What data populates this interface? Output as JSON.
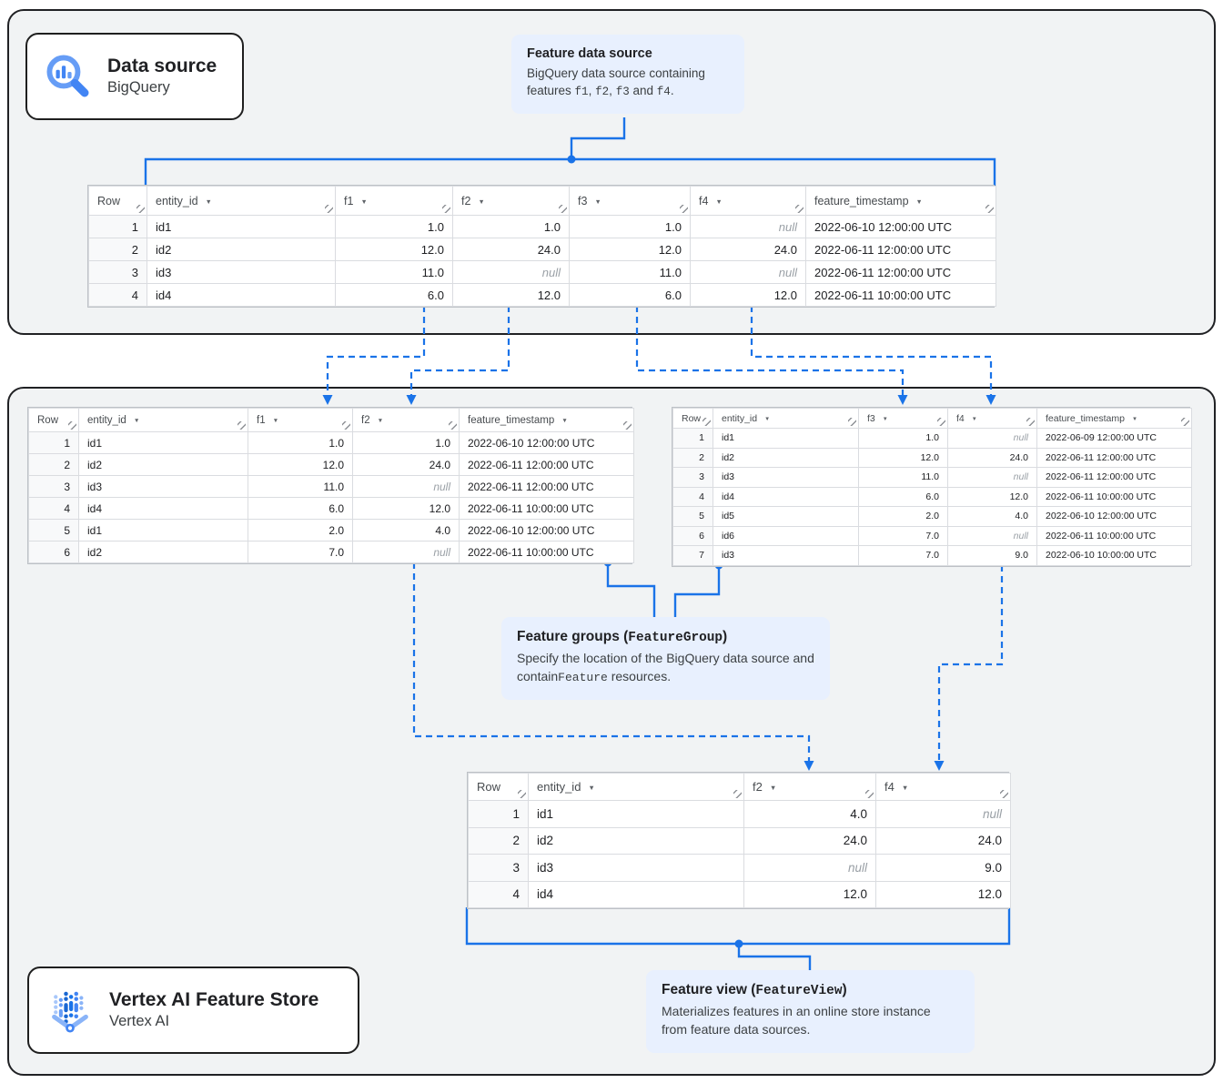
{
  "null_label": "null",
  "colors": {
    "accent_blue": "#1a73e8",
    "icon_blue": "#4285f4",
    "icon_blue_light": "#669df6",
    "callout_bg": "#e8f0fe",
    "panel_bg": "#f1f3f4",
    "panel_border": "#202124",
    "table_grid": "#dadce0",
    "null_gray": "#9aa0a6",
    "header_text": "#474b4f",
    "cell_text": "#202124"
  },
  "icons": {
    "data_source": "bigquery-magnifier-bar-chart-icon",
    "feature_store": "vertex-ai-dots-icon",
    "column_menu": "caret-down-icon",
    "column_resize": "resize-handle-icon"
  },
  "cards": {
    "data_source": {
      "title": "Data source",
      "subtitle": "BigQuery"
    },
    "feature_store": {
      "title": "Vertex AI Feature Store",
      "subtitle": "Vertex AI"
    }
  },
  "callouts": {
    "feature_data_source": {
      "title": [
        {
          "t": "Feature data source"
        }
      ],
      "body": [
        {
          "t": "BigQuery data source containing features "
        },
        {
          "t": "f1",
          "mono": true
        },
        {
          "t": ", "
        },
        {
          "t": "f2",
          "mono": true
        },
        {
          "t": ", "
        },
        {
          "t": "f3",
          "mono": true
        },
        {
          "t": " and "
        },
        {
          "t": "f4",
          "mono": true
        },
        {
          "t": "."
        }
      ]
    },
    "feature_groups": {
      "title": [
        {
          "t": "Feature groups ("
        },
        {
          "t": "FeatureGroup",
          "mono": true
        },
        {
          "t": ")"
        }
      ],
      "body": [
        {
          "t": "Specify the location of the BigQuery data source and contain"
        },
        {
          "t": "Feature",
          "mono": true
        },
        {
          "t": " resources."
        }
      ]
    },
    "feature_view": {
      "title": [
        {
          "t": "Feature view ("
        },
        {
          "t": "FeatureView",
          "mono": true
        },
        {
          "t": ")"
        }
      ],
      "body": [
        {
          "t": "Materializes features in an online store instance from feature data sources."
        }
      ]
    }
  },
  "tables": {
    "source": {
      "columns": [
        {
          "label": "Row",
          "caret": false,
          "align": "rownum"
        },
        {
          "label": "entity_id",
          "caret": true,
          "align": "left"
        },
        {
          "label": "f1",
          "caret": true,
          "align": "num"
        },
        {
          "label": "f2",
          "caret": true,
          "align": "num"
        },
        {
          "label": "f3",
          "caret": true,
          "align": "num"
        },
        {
          "label": "f4",
          "caret": true,
          "align": "num"
        },
        {
          "label": "feature_timestamp",
          "caret": true,
          "align": "left"
        }
      ],
      "rows": [
        [
          "1",
          "id1",
          "1.0",
          "1.0",
          "1.0",
          null,
          "2022-06-10 12:00:00 UTC"
        ],
        [
          "2",
          "id2",
          "12.0",
          "24.0",
          "12.0",
          "24.0",
          "2022-06-11 12:00:00 UTC"
        ],
        [
          "3",
          "id3",
          "11.0",
          null,
          "11.0",
          null,
          "2022-06-11 12:00:00 UTC"
        ],
        [
          "4",
          "id4",
          "6.0",
          "12.0",
          "6.0",
          "12.0",
          "2022-06-11 10:00:00 UTC"
        ]
      ]
    },
    "group_left": {
      "columns": [
        {
          "label": "Row",
          "caret": false,
          "align": "rownum"
        },
        {
          "label": "entity_id",
          "caret": true,
          "align": "left"
        },
        {
          "label": "f1",
          "caret": true,
          "align": "num"
        },
        {
          "label": "f2",
          "caret": true,
          "align": "num"
        },
        {
          "label": "feature_timestamp",
          "caret": true,
          "align": "left"
        }
      ],
      "rows": [
        [
          "1",
          "id1",
          "1.0",
          "1.0",
          "2022-06-10 12:00:00 UTC"
        ],
        [
          "2",
          "id2",
          "12.0",
          "24.0",
          "2022-06-11 12:00:00 UTC"
        ],
        [
          "3",
          "id3",
          "11.0",
          null,
          "2022-06-11 12:00:00 UTC"
        ],
        [
          "4",
          "id4",
          "6.0",
          "12.0",
          "2022-06-11 10:00:00 UTC"
        ],
        [
          "5",
          "id1",
          "2.0",
          "4.0",
          "2022-06-10 12:00:00 UTC"
        ],
        [
          "6",
          "id2",
          "7.0",
          null,
          "2022-06-11 10:00:00 UTC"
        ]
      ]
    },
    "group_right": {
      "columns": [
        {
          "label": "Row",
          "caret": false,
          "align": "rownum"
        },
        {
          "label": "entity_id",
          "caret": true,
          "align": "left"
        },
        {
          "label": "f3",
          "caret": true,
          "align": "num"
        },
        {
          "label": "f4",
          "caret": true,
          "align": "num"
        },
        {
          "label": "feature_timestamp",
          "caret": true,
          "align": "left"
        }
      ],
      "rows": [
        [
          "1",
          "id1",
          "1.0",
          null,
          "2022-06-09 12:00:00 UTC"
        ],
        [
          "2",
          "id2",
          "12.0",
          "24.0",
          "2022-06-11 12:00:00 UTC"
        ],
        [
          "3",
          "id3",
          "11.0",
          null,
          "2022-06-11 12:00:00 UTC"
        ],
        [
          "4",
          "id4",
          "6.0",
          "12.0",
          "2022-06-11 10:00:00 UTC"
        ],
        [
          "5",
          "id5",
          "2.0",
          "4.0",
          "2022-06-10 12:00:00 UTC"
        ],
        [
          "6",
          "id6",
          "7.0",
          null,
          "2022-06-11 10:00:00 UTC"
        ],
        [
          "7",
          "id3",
          "7.0",
          "9.0",
          "2022-06-10 10:00:00 UTC"
        ]
      ]
    },
    "view": {
      "columns": [
        {
          "label": "Row",
          "caret": false,
          "align": "rownum"
        },
        {
          "label": "entity_id",
          "caret": true,
          "align": "left"
        },
        {
          "label": "f2",
          "caret": true,
          "align": "num"
        },
        {
          "label": "f4",
          "caret": true,
          "align": "num"
        }
      ],
      "rows": [
        [
          "1",
          "id1",
          "4.0",
          null
        ],
        [
          "2",
          "id2",
          "24.0",
          "24.0"
        ],
        [
          "3",
          "id3",
          null,
          "9.0"
        ],
        [
          "4",
          "id4",
          "12.0",
          "12.0"
        ]
      ]
    }
  }
}
